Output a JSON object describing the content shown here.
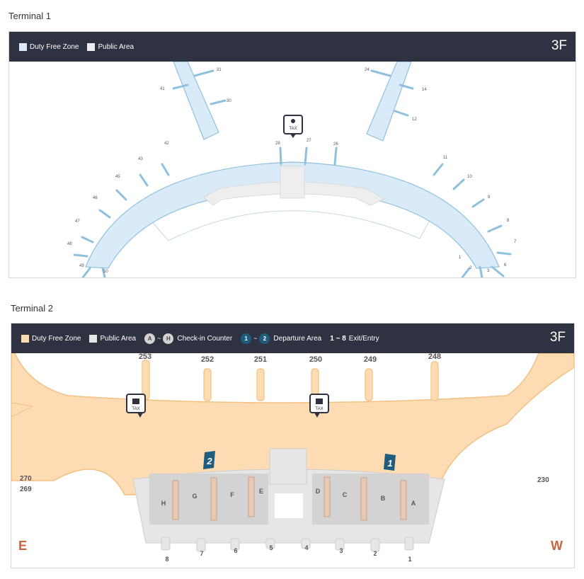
{
  "terminal1": {
    "title": "Terminal 1",
    "floor": "3F",
    "legend": {
      "duty_free": "Duty Free Zone",
      "public_area": "Public Area"
    },
    "colors": {
      "duty_free": "#d9ebf8",
      "duty_free_stroke": "#8fc1de",
      "public": "#eeeeee"
    },
    "gates": [
      "31",
      "41",
      "30",
      "28",
      "27",
      "26",
      "24",
      "14",
      "12",
      "42",
      "43",
      "45",
      "46",
      "47",
      "48",
      "49",
      "50",
      "11",
      "10",
      "9",
      "8",
      "7",
      "6",
      "3",
      "2",
      "1"
    ],
    "tax_icon": "TAX"
  },
  "terminal2": {
    "title": "Terminal 2",
    "floor": "3F",
    "legend": {
      "duty_free": "Duty Free Zone",
      "public_area": "Public Area",
      "checkin_from": "A",
      "tilde": "~",
      "checkin_to": "H",
      "checkin_label": "Check-in Counter",
      "departure_from": "1",
      "departure_to": "2",
      "departure_label": "Departure Area",
      "exit_range": "1 ~ 8",
      "exit_label": "Exit/Entry"
    },
    "colors": {
      "duty_free": "#fddcb3",
      "duty_free_stroke": "#f2c080",
      "public": "#e6e6e6",
      "counter": "#d3d3d3",
      "accent": "#c8643a",
      "departure": "#1e5d7e"
    },
    "gates_top": [
      "253",
      "252",
      "251",
      "250",
      "249",
      "248"
    ],
    "gates_side": [
      "270",
      "269",
      "230"
    ],
    "counters": [
      "H",
      "G",
      "F",
      "E",
      "D",
      "C",
      "B",
      "A"
    ],
    "exits": [
      "8",
      "7",
      "6",
      "5",
      "4",
      "3",
      "2",
      "1"
    ],
    "departures": [
      "2",
      "1"
    ],
    "compass": {
      "east": "E",
      "west": "W"
    },
    "tax_icon": "TAX"
  }
}
